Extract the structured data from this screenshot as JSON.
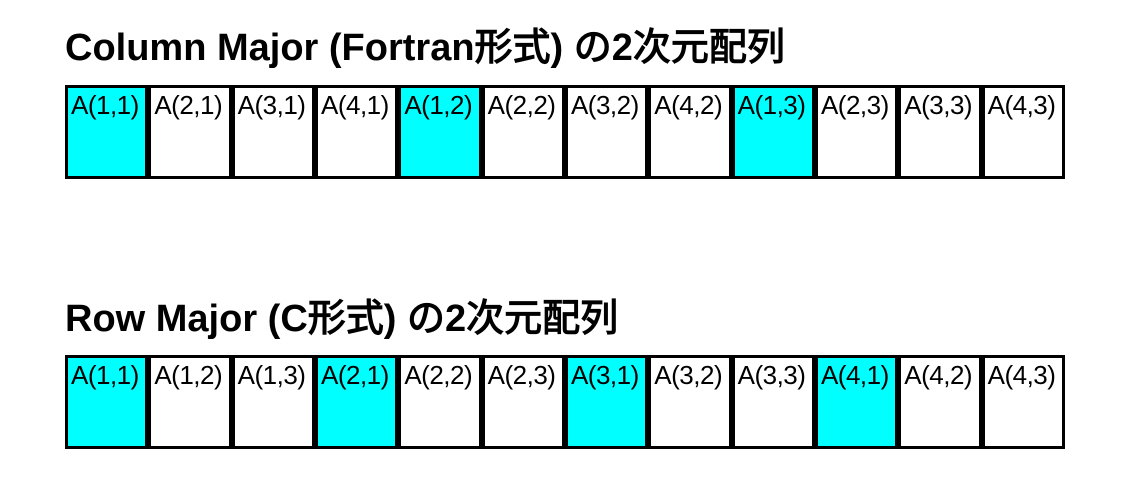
{
  "colors": {
    "highlight": "#00FFFF",
    "border": "#000000",
    "background": "#ffffff",
    "text": "#000000"
  },
  "sections": [
    {
      "title": "Column Major (Fortran形式) の2次元配列",
      "cells": [
        {
          "label": "A(1,1)",
          "highlighted": true
        },
        {
          "label": "A(2,1)",
          "highlighted": false
        },
        {
          "label": "A(3,1)",
          "highlighted": false
        },
        {
          "label": "A(4,1)",
          "highlighted": false
        },
        {
          "label": "A(1,2)",
          "highlighted": true
        },
        {
          "label": "A(2,2)",
          "highlighted": false
        },
        {
          "label": "A(3,2)",
          "highlighted": false
        },
        {
          "label": "A(4,2)",
          "highlighted": false
        },
        {
          "label": "A(1,3)",
          "highlighted": true
        },
        {
          "label": "A(2,3)",
          "highlighted": false
        },
        {
          "label": "A(3,3)",
          "highlighted": false
        },
        {
          "label": "A(4,3)",
          "highlighted": false
        }
      ]
    },
    {
      "title": "Row Major (C形式) の2次元配列",
      "cells": [
        {
          "label": "A(1,1)",
          "highlighted": true
        },
        {
          "label": "A(1,2)",
          "highlighted": false
        },
        {
          "label": "A(1,3)",
          "highlighted": false
        },
        {
          "label": "A(2,1)",
          "highlighted": true
        },
        {
          "label": "A(2,2)",
          "highlighted": false
        },
        {
          "label": "A(2,3)",
          "highlighted": false
        },
        {
          "label": "A(3,1)",
          "highlighted": true
        },
        {
          "label": "A(3,2)",
          "highlighted": false
        },
        {
          "label": "A(3,3)",
          "highlighted": false
        },
        {
          "label": "A(4,1)",
          "highlighted": true
        },
        {
          "label": "A(4,2)",
          "highlighted": false
        },
        {
          "label": "A(4,3)",
          "highlighted": false
        }
      ]
    }
  ]
}
